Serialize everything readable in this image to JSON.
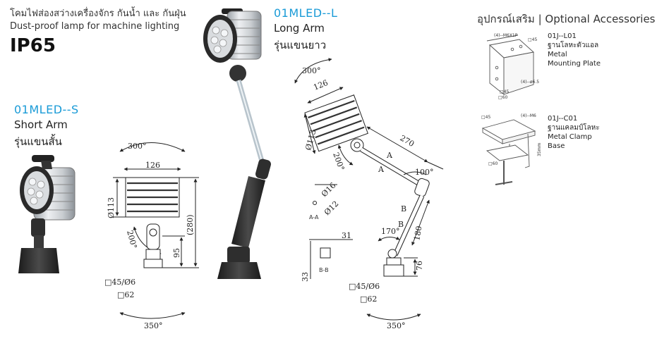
{
  "header": {
    "thai_title": "โคมไฟส่องสว่างเครื่องจักร กันน้ำ และ กันฝุ่น",
    "english_title": "Dust-proof lamp for machine lighting",
    "rating": "IP65"
  },
  "short_model": {
    "code": "01MLED--S",
    "name_en": "Short Arm",
    "name_th": "รุ่นแขนสั้น"
  },
  "long_model": {
    "code": "01MLED--L",
    "name_en": "Long Arm",
    "name_th": "รุ่นแขนยาว"
  },
  "short_drawing": {
    "rotation_top": "300°",
    "width": "126",
    "diameter": "Ø113",
    "tilt": "200°",
    "height_total": "(280)",
    "height_base": "95",
    "base_size": "□45/Ø6",
    "base_plate": "□62",
    "rotation_base": "350°"
  },
  "long_drawing": {
    "rotation_top": "300°",
    "width": "126",
    "diameter": "Ø113",
    "tilt": "200°",
    "arm_length": "270",
    "label_a1": "A",
    "label_a2": "A",
    "angle_mid": "100°",
    "pipe_outer": "Ø16",
    "pipe_inner": "Ø12",
    "section_a": "A-A",
    "label_b1": "B",
    "label_b2": "B",
    "section_b": "B-B",
    "dim_31": "31",
    "dim_33": "33",
    "angle_low": "170°",
    "dim_180": "180",
    "dim_76": "76",
    "base_size": "□45/Ø6",
    "base_plate": "□62",
    "rotation_base": "350°"
  },
  "accessories": {
    "title": "อุปกรณ์เสริม | Optional Accessories",
    "items": [
      {
        "code": "01J--L01",
        "name_th": "ฐานโลหะตัวแอล",
        "name_en_1": "Metal",
        "name_en_2": "Mounting Plate",
        "callout_1": "(4)--M6X1P",
        "callout_2": "□45",
        "callout_3": "(4)--ø6.5",
        "callout_4": "□45",
        "callout_5": "□60"
      },
      {
        "code": "01J--C01",
        "name_th": "ฐานแคลมป์โลหะ",
        "name_en_1": "Metal Clamp",
        "name_en_2": "Base",
        "callout_1": "□45",
        "callout_2": "(4)--M6",
        "callout_3": "35mm",
        "callout_4": "□60"
      }
    ]
  },
  "colors": {
    "accent": "#1a9bd7",
    "lamp_body": "#d7dadd",
    "lamp_dark": "#2a2a2a",
    "line": "#222222"
  }
}
